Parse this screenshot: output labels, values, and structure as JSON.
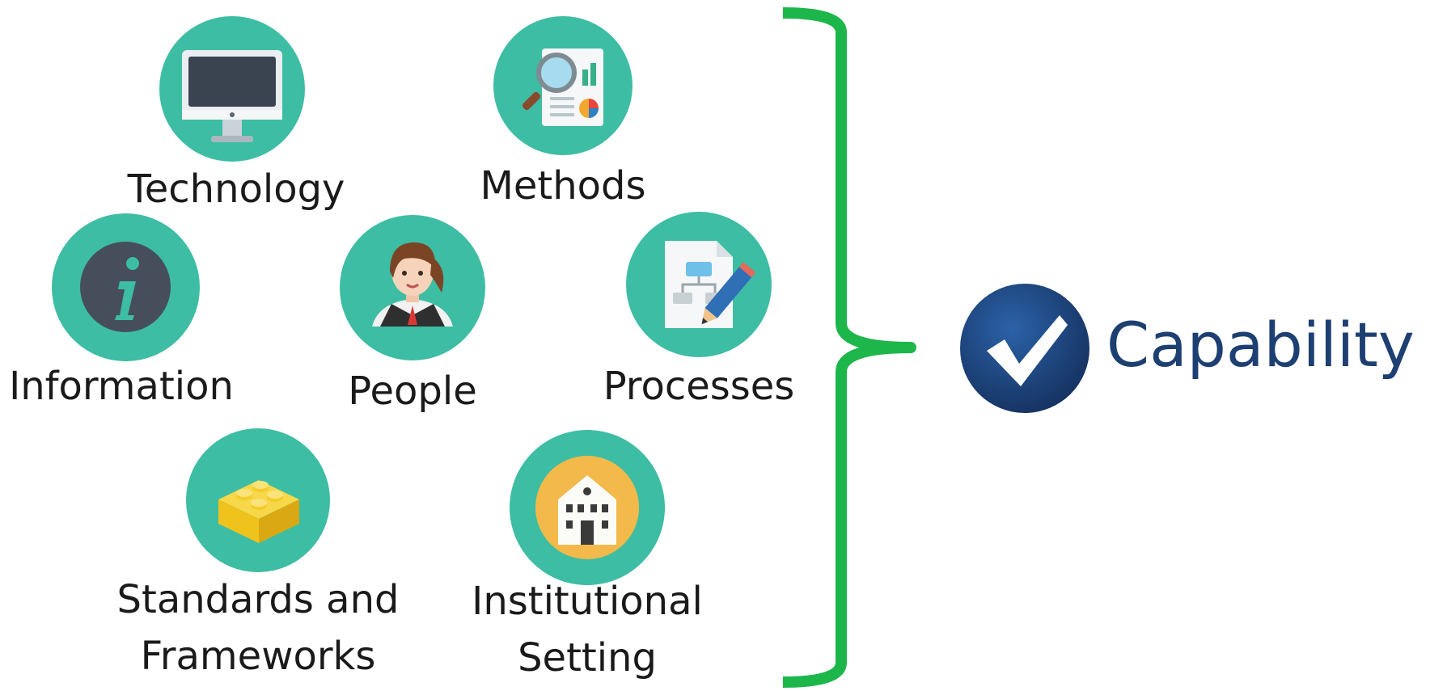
{
  "components": [
    {
      "id": "technology",
      "label": "Technology",
      "icon": "monitor-icon"
    },
    {
      "id": "methods",
      "label": "Methods",
      "icon": "report-magnifier-icon"
    },
    {
      "id": "information",
      "label": "Information",
      "icon": "info-icon"
    },
    {
      "id": "people",
      "label": "People",
      "icon": "person-icon"
    },
    {
      "id": "processes",
      "label": "Processes",
      "icon": "flowchart-document-icon"
    },
    {
      "id": "standards",
      "label_line1": "Standards and",
      "label_line2": "Frameworks",
      "icon": "building-block-icon"
    },
    {
      "id": "institutional",
      "label_line1": "Institutional",
      "label_line2": "Setting",
      "icon": "institution-building-icon"
    }
  ],
  "result": {
    "label": "Capability",
    "icon": "checkmark-icon"
  },
  "colors": {
    "circle": "#3dbda3",
    "brace": "#1db64a",
    "result_text": "#1d3f72",
    "result_badge": "#1a3e73"
  }
}
